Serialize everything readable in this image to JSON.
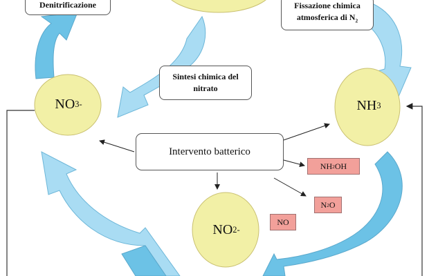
{
  "nodes": {
    "nitrate": {
      "formula": "NO",
      "sub": "3",
      "sup": "-"
    },
    "ammonia": {
      "formula": "NH",
      "sub": "3"
    },
    "nitrite": {
      "formula": "NO",
      "sub": "2",
      "sup": "-"
    }
  },
  "boxes": {
    "denitrification": "Denitrificazione",
    "fixation": {
      "line1": "Fissazione chimica",
      "line2_pre": "atmosferica di N",
      "line2_sub": "2"
    },
    "nitrate_synthesis": {
      "line1": "Sintesi chimica del",
      "line2": "nitrato"
    },
    "bacterial": "Intervento batterico"
  },
  "products": {
    "hydroxylamine": {
      "pre": "NH",
      "sub": "2",
      "post": "OH"
    },
    "nitrous_oxide": {
      "pre": "N",
      "sub": "2",
      "post": "O"
    },
    "nitric_oxide": "NO"
  },
  "colors": {
    "oval_fill": "#f2f0a6",
    "arrow_light": "#a9dcf3",
    "arrow_dark": "#6cc2e6",
    "product_fill": "#f2a09a"
  }
}
